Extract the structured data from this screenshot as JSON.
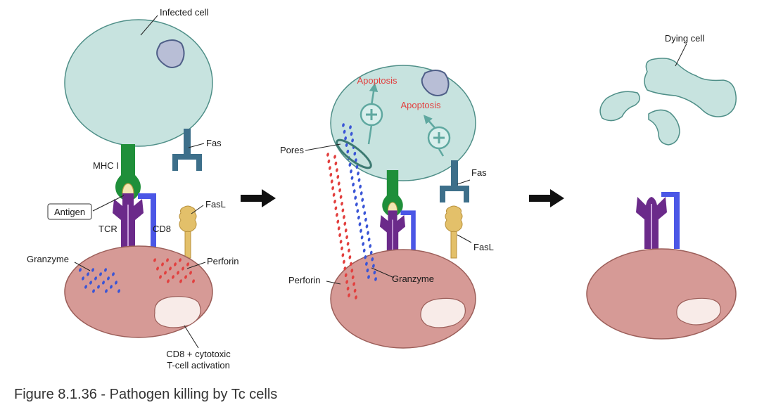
{
  "caption": "Figure 8.1.36 - Pathogen killing by Tc cells",
  "panel1": {
    "infected_cell": "Infected cell",
    "fas": "Fas",
    "mhc": "MHC I",
    "antigen": "Antigen",
    "tcr": "TCR",
    "cd8": "CD8",
    "fasl": "FasL",
    "granzyme": "Granzyme",
    "perforin": "Perforin",
    "activation_line1": "CD8 + cytotoxic",
    "activation_line2": "T-cell activation"
  },
  "panel2": {
    "apoptosis_left": "Apoptosis",
    "apoptosis_right": "Apoptosis",
    "pores": "Pores",
    "fas": "Fas",
    "fasl": "FasL",
    "perforin": "Perforin",
    "granzyme": "Granzyme"
  },
  "panel3": {
    "dying_cell": "Dying cell"
  },
  "colors": {
    "infected_cell": "#c7e3df",
    "t_cell": "#d69a96",
    "nucleus_pathogen": "#b8bed6",
    "mhc": "#1f8f3a",
    "tcr": "#6b2a8a",
    "cd8": "#4b57e6",
    "fas": "#3d6f8a",
    "fasl": "#e3c06a",
    "perforin": "#e2403f",
    "granzyme": "#3a55d6",
    "apoptosis_text": "#e2403f"
  }
}
